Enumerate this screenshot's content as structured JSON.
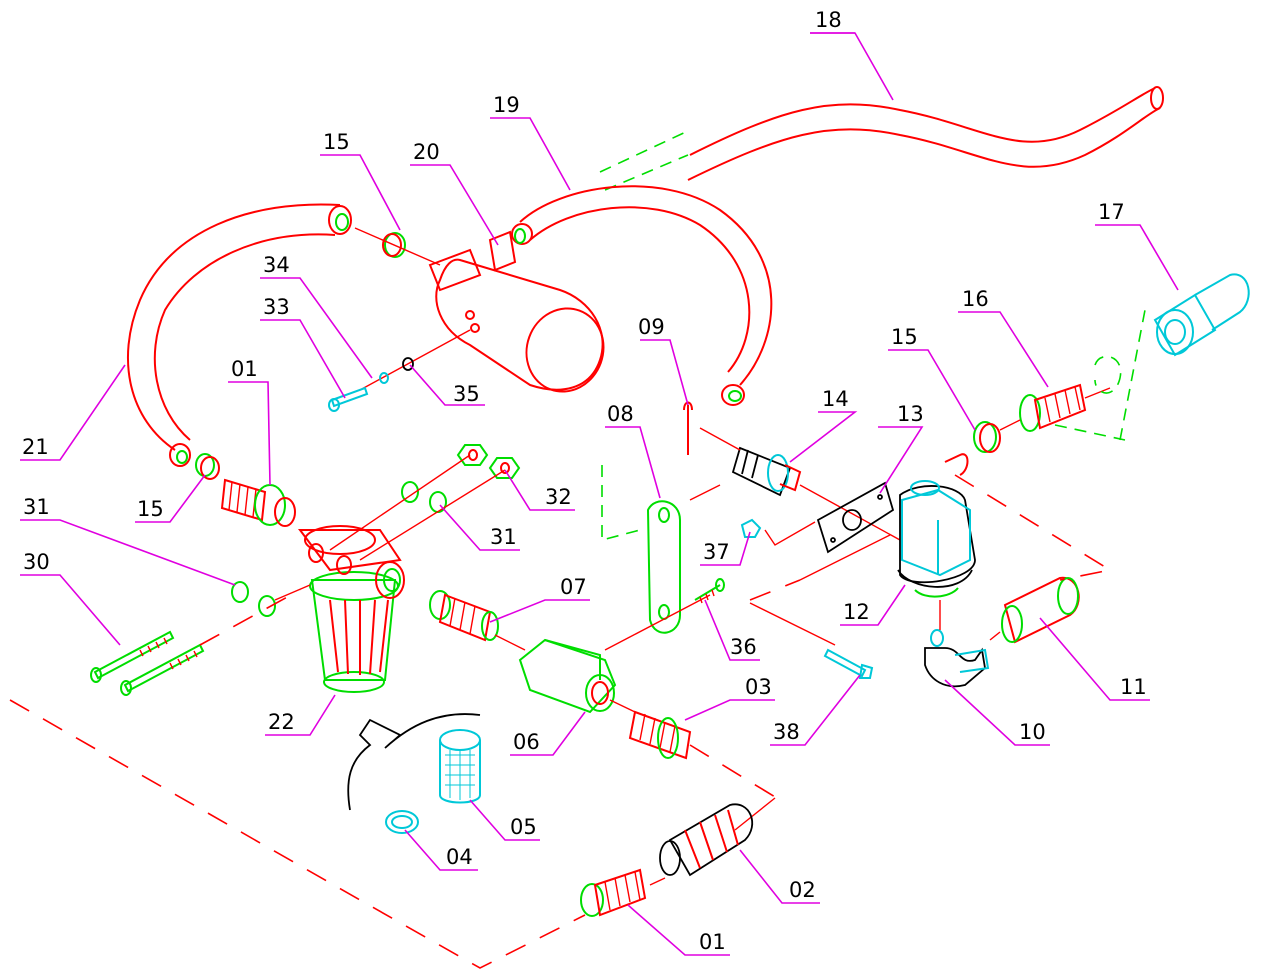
{
  "colors": {
    "parts": "#ff0000",
    "fittings": "#00dd00",
    "metal_parts": "#00c8d8",
    "leader_lines": "#e000e0",
    "labels": "#000000",
    "background": "#ffffff"
  },
  "callouts": [
    {
      "id": "c18",
      "text": "18"
    },
    {
      "id": "c19",
      "text": "19"
    },
    {
      "id": "c20",
      "text": "20"
    },
    {
      "id": "c15a",
      "text": "15"
    },
    {
      "id": "c17",
      "text": "17"
    },
    {
      "id": "c16",
      "text": "16"
    },
    {
      "id": "c34",
      "text": "34"
    },
    {
      "id": "c33",
      "text": "33"
    },
    {
      "id": "c09",
      "text": "09"
    },
    {
      "id": "c15b",
      "text": "15"
    },
    {
      "id": "c01a",
      "text": "01"
    },
    {
      "id": "c35",
      "text": "35"
    },
    {
      "id": "c14",
      "text": "14"
    },
    {
      "id": "c13",
      "text": "13"
    },
    {
      "id": "c08",
      "text": "08"
    },
    {
      "id": "c21",
      "text": "21"
    },
    {
      "id": "c15c",
      "text": "15"
    },
    {
      "id": "c32",
      "text": "32"
    },
    {
      "id": "c31a",
      "text": "31"
    },
    {
      "id": "c31b",
      "text": "31"
    },
    {
      "id": "c37",
      "text": "37"
    },
    {
      "id": "c30",
      "text": "30"
    },
    {
      "id": "c07",
      "text": "07"
    },
    {
      "id": "c12",
      "text": "12"
    },
    {
      "id": "c36",
      "text": "36"
    },
    {
      "id": "c11",
      "text": "11"
    },
    {
      "id": "c03",
      "text": "03"
    },
    {
      "id": "c22",
      "text": "22"
    },
    {
      "id": "c38",
      "text": "38"
    },
    {
      "id": "c10",
      "text": "10"
    },
    {
      "id": "c06",
      "text": "06"
    },
    {
      "id": "c05",
      "text": "05"
    },
    {
      "id": "c04",
      "text": "04"
    },
    {
      "id": "c02",
      "text": "02"
    },
    {
      "id": "c01b",
      "text": "01"
    }
  ]
}
